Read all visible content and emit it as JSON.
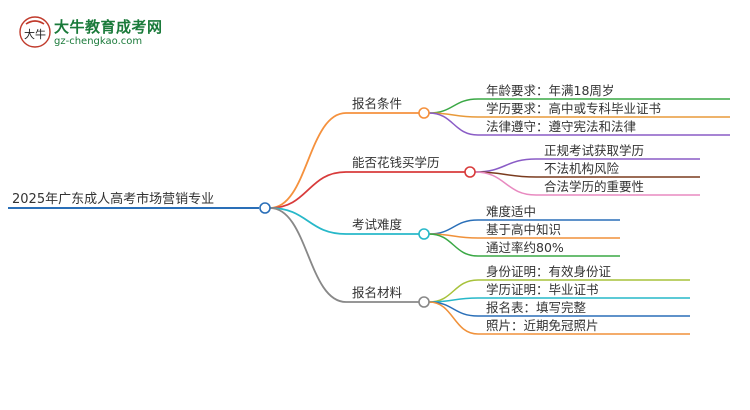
{
  "logo": {
    "title": "大牛教育成考网",
    "url": "gz-chengkao.com",
    "mark_text": "大牛"
  },
  "mindmap": {
    "root": "2025年广东成人高考市场营销专业",
    "branches": [
      {
        "label": "报名条件",
        "color": "#f5913d",
        "children": [
          {
            "label": "年龄要求：年满18周岁",
            "color": "#3aa845"
          },
          {
            "label": "学历要求：高中或专科毕业证书",
            "color": "#e89a3a"
          },
          {
            "label": "法律遵守：遵守宪法和法律",
            "color": "#8a5cc6"
          }
        ]
      },
      {
        "label": "能否花钱买学历",
        "color": "#d83b3b",
        "children": [
          {
            "label": "正规考试获取学历",
            "color": "#8a5cc6"
          },
          {
            "label": "不法机构风险",
            "color": "#7a3b1e"
          },
          {
            "label": "合法学历的重要性",
            "color": "#e88ac0"
          }
        ]
      },
      {
        "label": "考试难度",
        "color": "#27b8c9",
        "children": [
          {
            "label": "难度适中",
            "color": "#2a6fb8"
          },
          {
            "label": "基于高中知识",
            "color": "#f0913a"
          },
          {
            "label": "通过率约80%",
            "color": "#3aa845"
          }
        ]
      },
      {
        "label": "报名材料",
        "color": "#888888",
        "children": [
          {
            "label": "身份证明：有效身份证",
            "color": "#a7c23a"
          },
          {
            "label": "学历证明：毕业证书",
            "color": "#27b8c9"
          },
          {
            "label": "报名表：填写完整",
            "color": "#2a6fb8"
          },
          {
            "label": "照片：近期免冠照片",
            "color": "#f0913a"
          }
        ]
      }
    ]
  },
  "colors": {
    "root_line": "#2a6fb8",
    "root_node": "#2a6fb8"
  }
}
